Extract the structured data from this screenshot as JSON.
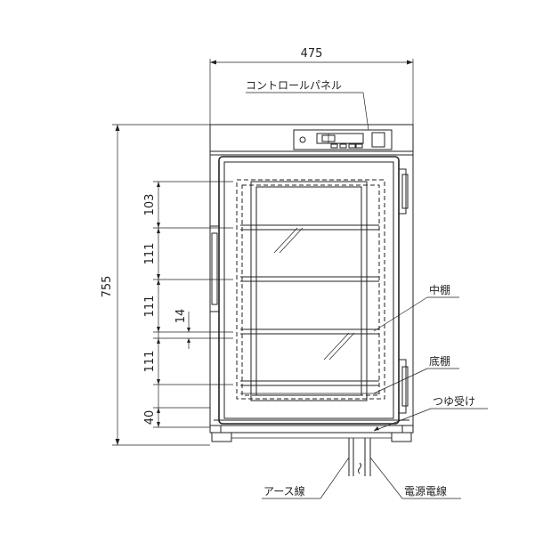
{
  "dimensions": {
    "width": "475",
    "height": "755",
    "shelf_gap_top": "103",
    "shelf_gap_2": "111",
    "shelf_gap_3": "111",
    "shelf_gap_4": "111",
    "shelf_thickness": "14",
    "bottom": "40"
  },
  "labels": {
    "control_panel": "コントロールパネル",
    "middle_shelf": "中棚",
    "bottom_shelf": "底棚",
    "drip_tray": "つゆ受け",
    "ground_wire": "アース線",
    "power_cord": "電源電線"
  },
  "colors": {
    "line": "#222222",
    "background": "#ffffff"
  }
}
